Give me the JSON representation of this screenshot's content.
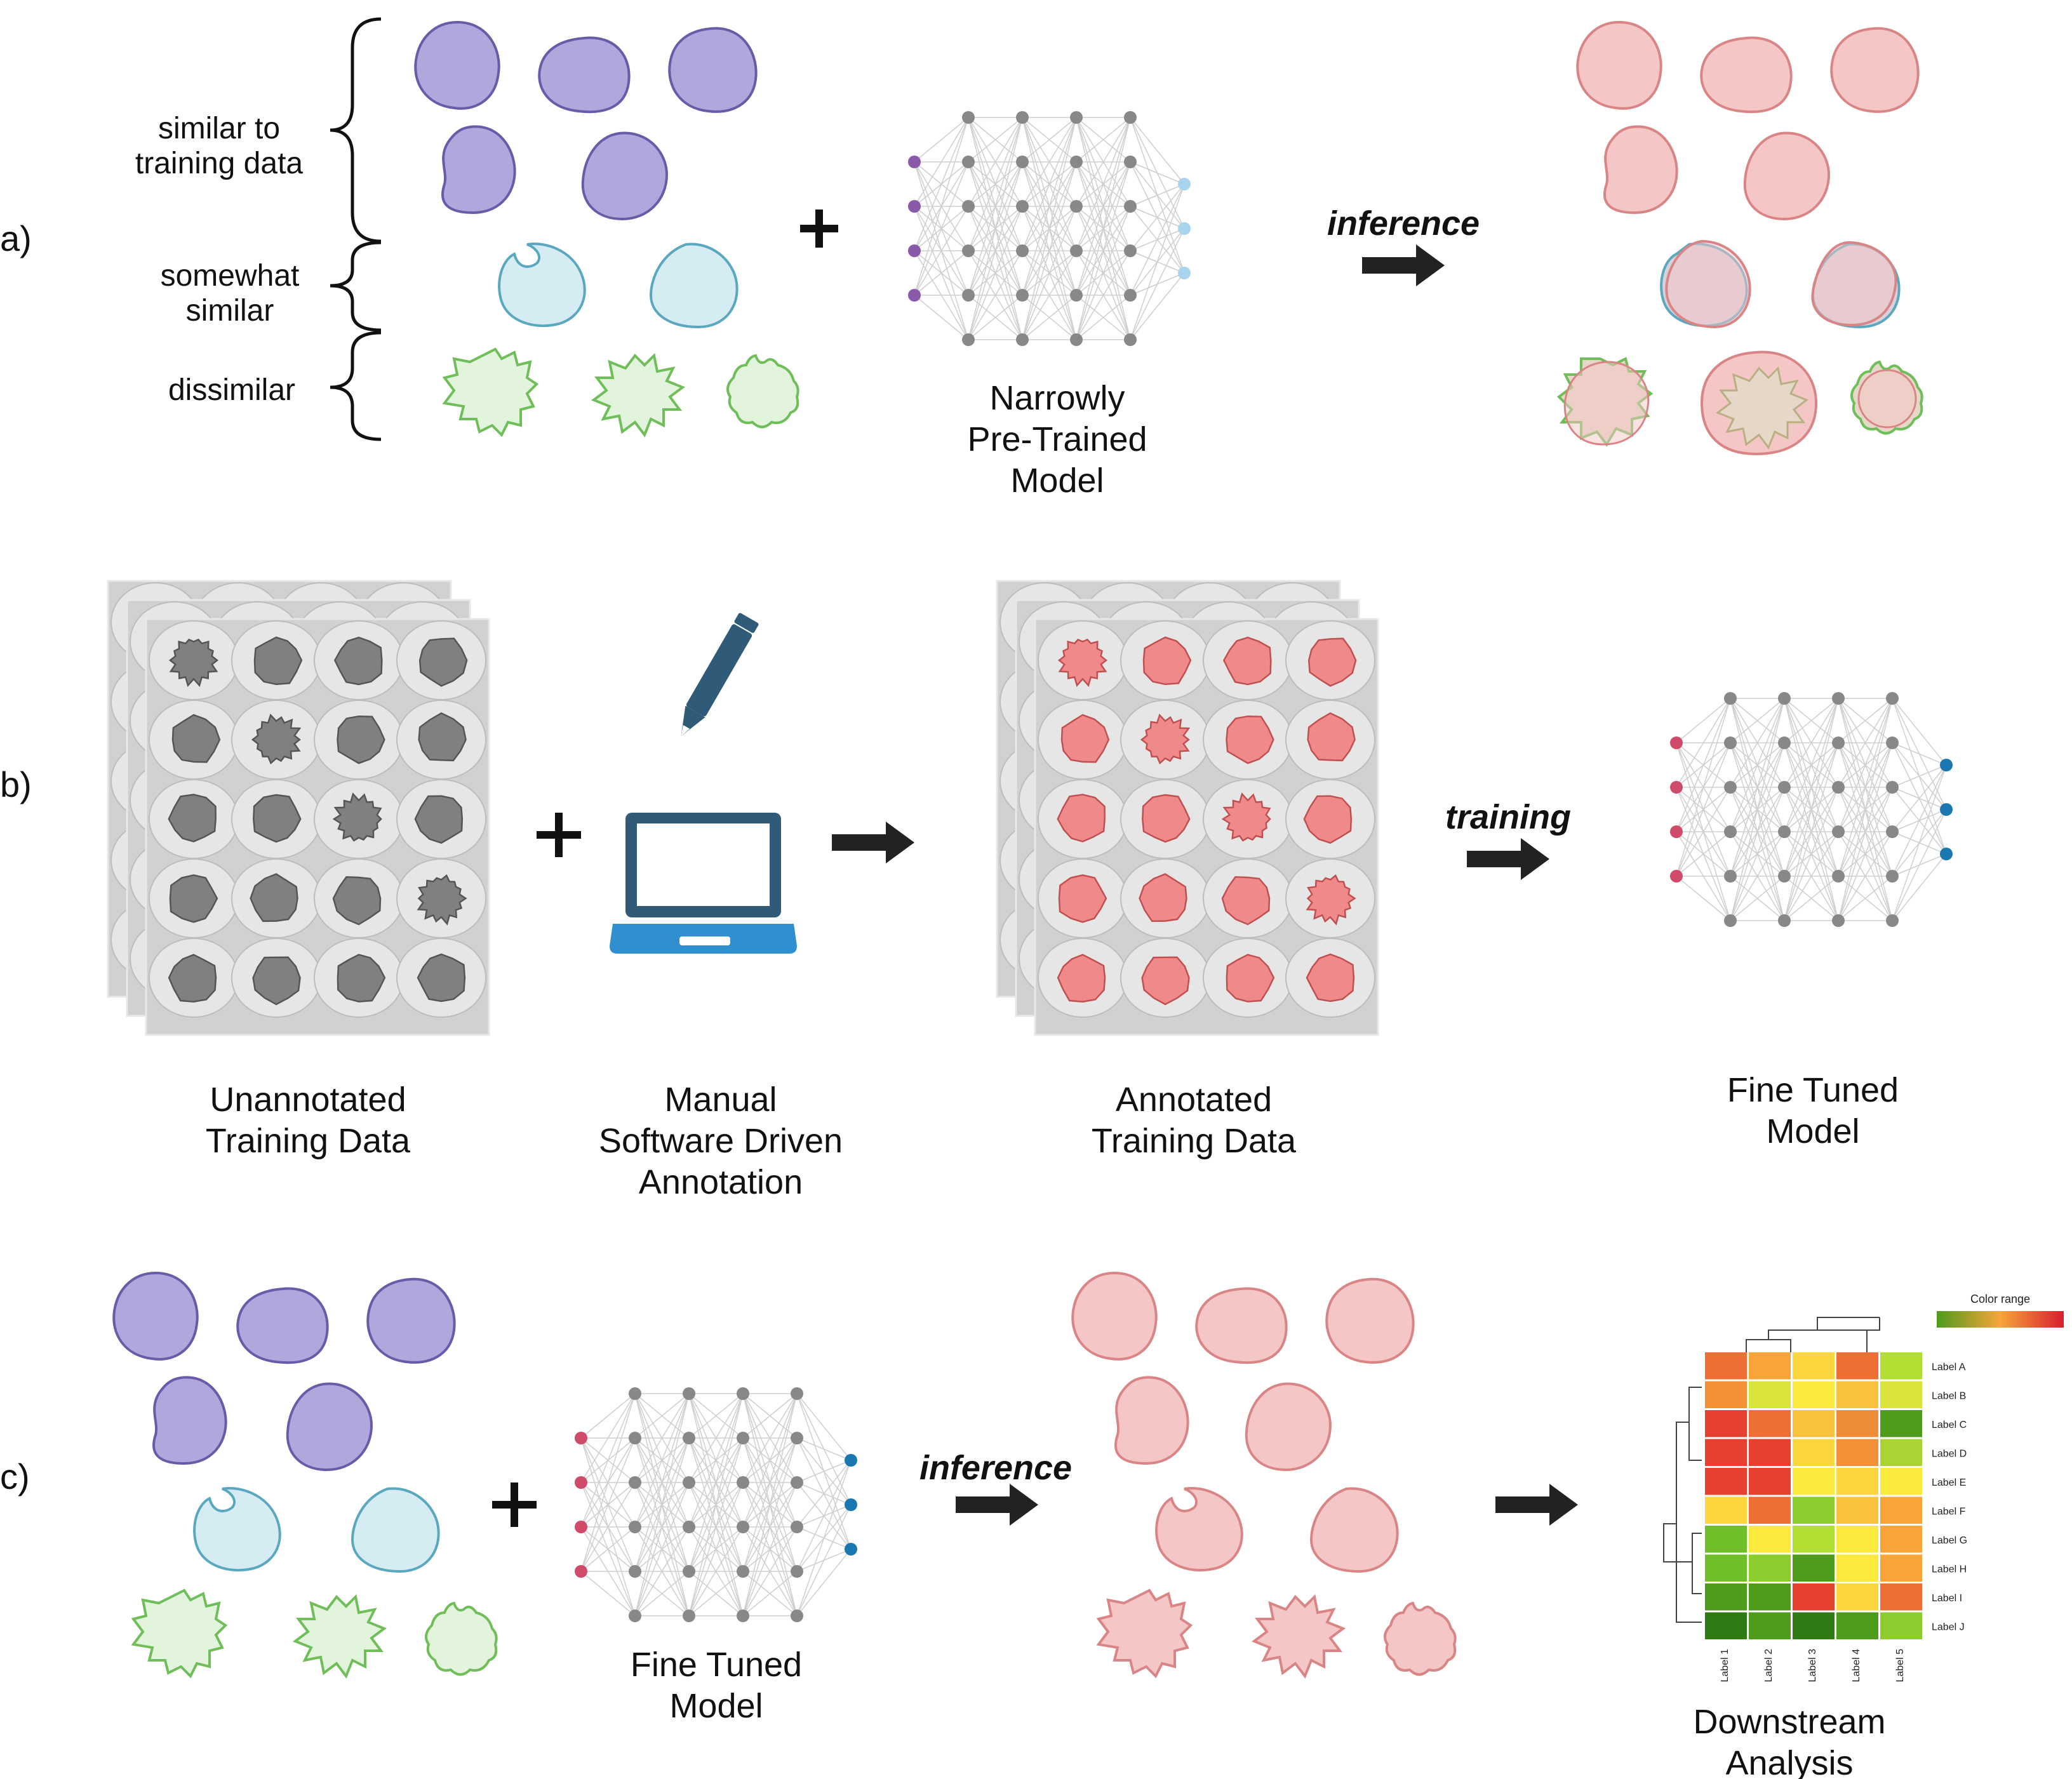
{
  "panels": {
    "a": {
      "label": "a)",
      "brace_labels": {
        "similar": [
          "similar to",
          "training data"
        ],
        "somewhat": [
          "somewhat",
          "similar"
        ],
        "dissimilar": [
          "dissimilar"
        ]
      },
      "model_label": [
        "Narrowly",
        "Pre-Trained",
        "Model"
      ],
      "arrow_label": "inference"
    },
    "b": {
      "label": "b)",
      "unannotated_label": [
        "Unannotated",
        "Training Data"
      ],
      "manual_label": [
        "Manual",
        "Software Driven",
        "Annotation"
      ],
      "annotated_label": [
        "Annotated",
        "Training Data"
      ],
      "arrow_label": "training",
      "model_label": [
        "Fine Tuned",
        "Model"
      ]
    },
    "c": {
      "label": "c)",
      "model_label": [
        "Fine Tuned",
        "Model"
      ],
      "arrow_label": "inference",
      "analysis_label": [
        "Downstream",
        "Analysis"
      ],
      "heatmap": {
        "color_range_label": "Color range",
        "row_labels": [
          "Label A",
          "Label B",
          "Label C",
          "Label D",
          "Label E",
          "Label F",
          "Label G",
          "Label H",
          "Label I",
          "Label J"
        ],
        "col_labels": [
          "Label 1",
          "Label 2",
          "Label 3",
          "Label 4",
          "Label 5"
        ],
        "cell_colors": [
          [
            "#ee6e35",
            "#f7a53a",
            "#fbd63e",
            "#ee6e35",
            "#b2dd33"
          ],
          [
            "#f39038",
            "#d8e33c",
            "#fbe93e",
            "#f8c23c",
            "#dbe43a"
          ],
          [
            "#e6412e",
            "#ee6e35",
            "#f8c23c",
            "#ee8c38",
            "#4f9b1c"
          ],
          [
            "#e6412e",
            "#e6412e",
            "#fbd63e",
            "#f39038",
            "#aad434"
          ],
          [
            "#e6412e",
            "#e6412e",
            "#fbe93e",
            "#fbd63e",
            "#fbe93e"
          ],
          [
            "#fbd63e",
            "#ee6e35",
            "#8ccd2e",
            "#f8c23c",
            "#f7a53a"
          ],
          [
            "#6fbe2a",
            "#fbe93e",
            "#b2dd33",
            "#fbe93e",
            "#f7a53a"
          ],
          [
            "#6fbe2a",
            "#8ccd2e",
            "#4f9b1c",
            "#fbe93e",
            "#f7a53a"
          ],
          [
            "#4f9b1c",
            "#4f9b1c",
            "#e6412e",
            "#fbd63e",
            "#ee6e35"
          ],
          [
            "#2f7a12",
            "#4f9b1c",
            "#2f7a12",
            "#4f9b1c",
            "#8ccd2e"
          ]
        ]
      }
    }
  },
  "colors": {
    "purple_cell": "#b0a8dc",
    "purple_stroke": "#6b5aa8",
    "blue_cell": "#d6ecf3",
    "blue_stroke": "#5aa8c0",
    "green_cell": "#e2f5dc",
    "green_stroke": "#6fbe5a",
    "pink_cell": "#f5c6c6",
    "pink_stroke": "#d98585",
    "gray_cell": "#808080",
    "red_annot": "#f08a8a",
    "node_gray": "#888888",
    "input_purple": "#8a5aa8",
    "output_lightblue": "#a8d4f0",
    "input_red": "#d04a6a",
    "output_blue": "#1a78b0",
    "laptop_blue": "#2f8fcf",
    "laptop_dark": "#2f5a78"
  }
}
